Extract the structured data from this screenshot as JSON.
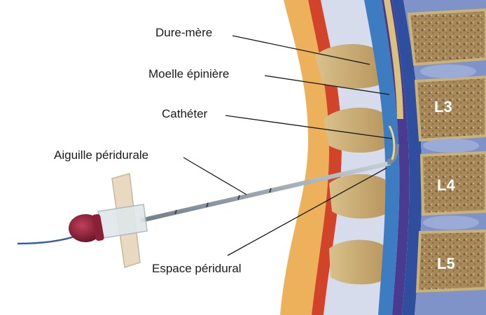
{
  "labels": {
    "dure_mere": "Dure-mère",
    "moelle": "Moelle épinière",
    "catheter": "Cathéter",
    "aiguille": "Aiguille péridurale",
    "espace": "Espace péridural"
  },
  "vertebrae": [
    "L3",
    "L4",
    "L5"
  ],
  "colors": {
    "bone": "#c9b27a",
    "disc": "#7f93c9",
    "spinal_cord": "#c8b070",
    "dura": "#4a3a90",
    "csf": "#2f6aa8",
    "ligament": "#d2442a",
    "fat": "#e8a64a",
    "needle": "#8b9aa6",
    "hub": "#8a1f36"
  }
}
